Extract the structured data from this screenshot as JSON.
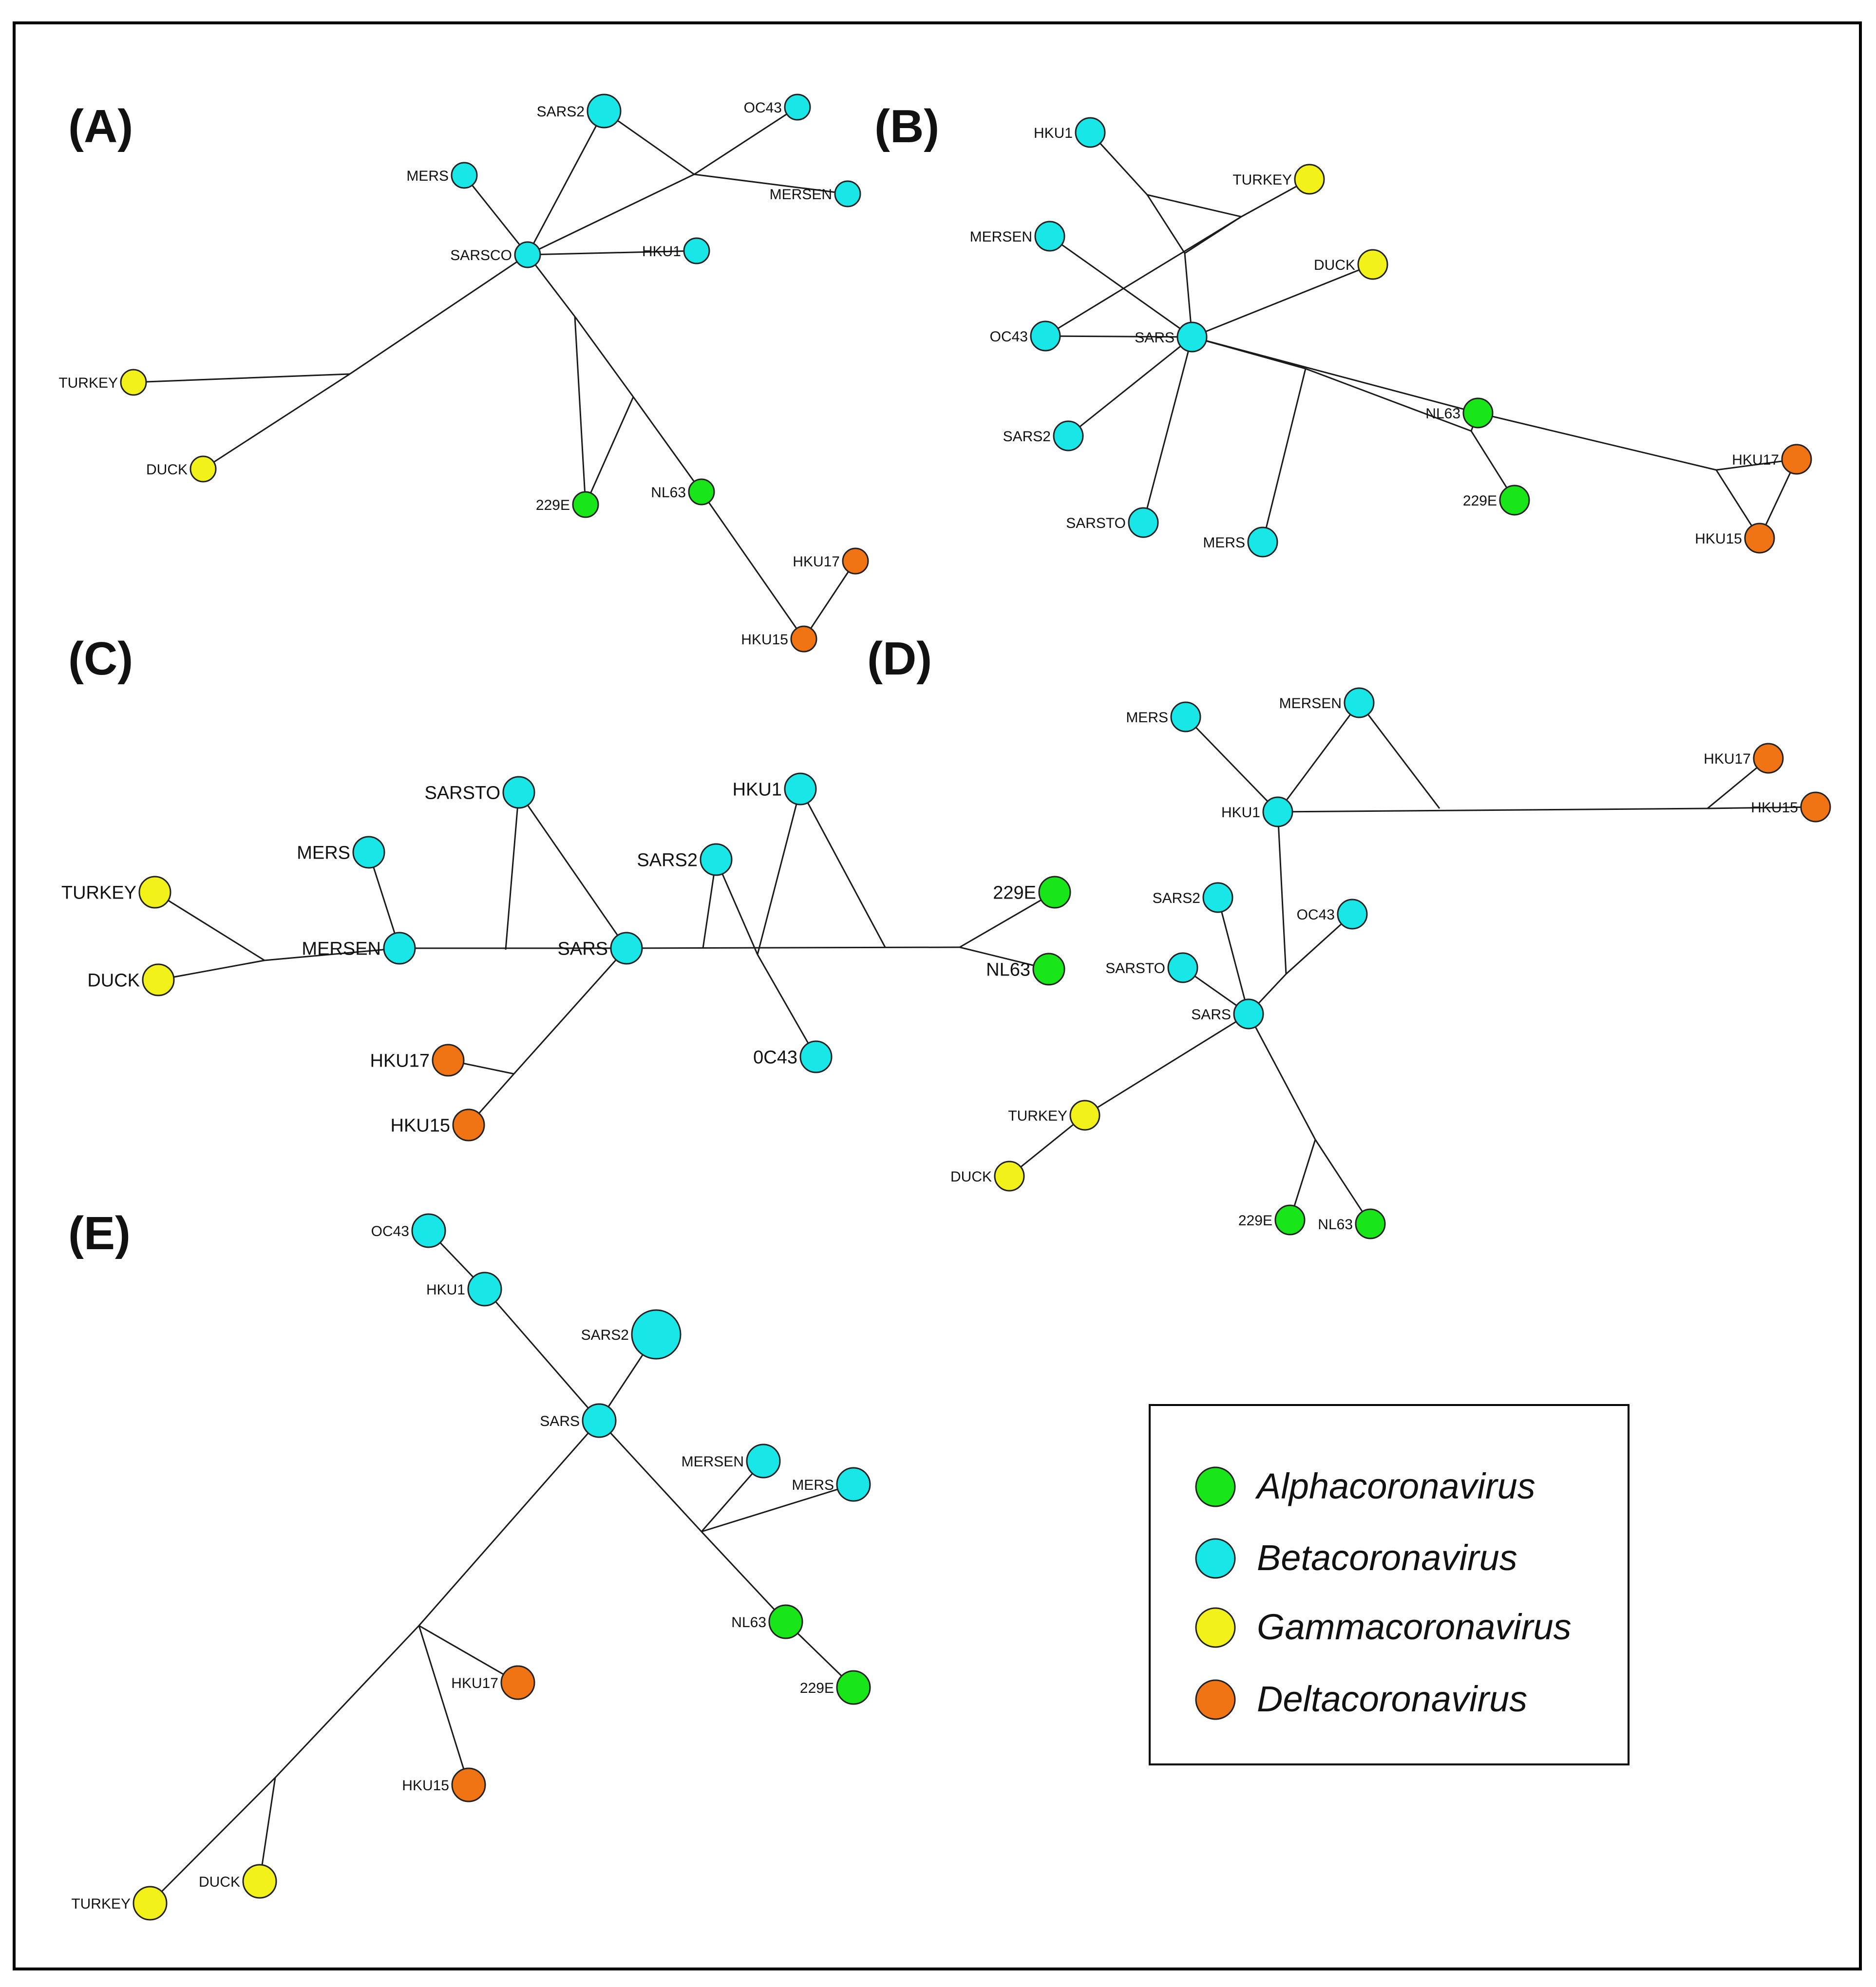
{
  "panels": [
    {
      "label": "(A)",
      "nodes": [
        {
          "id": "SARS2",
          "label": "SARS2",
          "cat": "beta",
          "big": true
        },
        {
          "id": "OC43",
          "label": "OC43",
          "cat": "beta"
        },
        {
          "id": "MERS",
          "label": "MERS",
          "cat": "beta"
        },
        {
          "id": "MERSEN",
          "label": "MERSEN",
          "cat": "beta"
        },
        {
          "id": "SARSCO",
          "label": "SARSCO",
          "cat": "beta"
        },
        {
          "id": "HKU1",
          "label": "HKU1",
          "cat": "beta"
        },
        {
          "id": "TURKEY",
          "label": "TURKEY",
          "cat": "gamma"
        },
        {
          "id": "DUCK",
          "label": "DUCK",
          "cat": "gamma"
        },
        {
          "id": "229E",
          "label": "229E",
          "cat": "alpha"
        },
        {
          "id": "NL63",
          "label": "NL63",
          "cat": "alpha"
        },
        {
          "id": "HKU17",
          "label": "HKU17",
          "cat": "delta"
        },
        {
          "id": "HKU15",
          "label": "HKU15",
          "cat": "delta"
        }
      ]
    },
    {
      "label": "(B)",
      "nodes": [
        {
          "id": "HKU1",
          "label": "HKU1",
          "cat": "beta"
        },
        {
          "id": "TURKEY",
          "label": "TURKEY",
          "cat": "gamma"
        },
        {
          "id": "MERSEN",
          "label": "MERSEN",
          "cat": "beta"
        },
        {
          "id": "DUCK",
          "label": "DUCK",
          "cat": "gamma"
        },
        {
          "id": "OC43",
          "label": "OC43",
          "cat": "beta"
        },
        {
          "id": "SARS",
          "label": "SARS",
          "cat": "beta"
        },
        {
          "id": "NL63",
          "label": "NL63",
          "cat": "alpha"
        },
        {
          "id": "SARS2",
          "label": "SARS2",
          "cat": "beta"
        },
        {
          "id": "HKU17",
          "label": "HKU17",
          "cat": "delta"
        },
        {
          "id": "229E",
          "label": "229E",
          "cat": "alpha"
        },
        {
          "id": "SARSTO",
          "label": "SARSTO",
          "cat": "beta"
        },
        {
          "id": "MERS",
          "label": "MERS",
          "cat": "beta"
        },
        {
          "id": "HKU15",
          "label": "HKU15",
          "cat": "delta"
        }
      ]
    },
    {
      "label": "(C)",
      "nodes": [
        {
          "id": "SARSTO",
          "label": "SARSTO",
          "cat": "beta"
        },
        {
          "id": "HKU1",
          "label": "HKU1",
          "cat": "beta"
        },
        {
          "id": "MERS",
          "label": "MERS",
          "cat": "beta"
        },
        {
          "id": "SARS2",
          "label": "SARS2",
          "cat": "beta"
        },
        {
          "id": "TURKEY",
          "label": "TURKEY",
          "cat": "gamma"
        },
        {
          "id": "229E",
          "label": "229E",
          "cat": "alpha"
        },
        {
          "id": "MERSEN",
          "label": "MERSEN",
          "cat": "beta"
        },
        {
          "id": "SARS",
          "label": "SARS",
          "cat": "beta"
        },
        {
          "id": "DUCK",
          "label": "DUCK",
          "cat": "gamma"
        },
        {
          "id": "NL63",
          "label": "NL63",
          "cat": "alpha"
        },
        {
          "id": "HKU17",
          "label": "HKU17",
          "cat": "delta"
        },
        {
          "id": "0C43",
          "label": "0C43",
          "cat": "beta"
        },
        {
          "id": "HKU15",
          "label": "HKU15",
          "cat": "delta"
        }
      ]
    },
    {
      "label": "(D)",
      "nodes": [
        {
          "id": "MERS",
          "label": "MERS",
          "cat": "beta"
        },
        {
          "id": "MERSEN",
          "label": "MERSEN",
          "cat": "beta"
        },
        {
          "id": "HKU17",
          "label": "HKU17",
          "cat": "delta"
        },
        {
          "id": "HKU1",
          "label": "HKU1",
          "cat": "beta"
        },
        {
          "id": "HKU15",
          "label": "HKU15",
          "cat": "delta"
        },
        {
          "id": "SARS2",
          "label": "SARS2",
          "cat": "beta"
        },
        {
          "id": "OC43",
          "label": "OC43",
          "cat": "beta"
        },
        {
          "id": "SARSTO",
          "label": "SARSTO",
          "cat": "beta"
        },
        {
          "id": "SARS",
          "label": "SARS",
          "cat": "beta"
        },
        {
          "id": "TURKEY",
          "label": "TURKEY",
          "cat": "gamma"
        },
        {
          "id": "DUCK",
          "label": "DUCK",
          "cat": "gamma"
        },
        {
          "id": "229E",
          "label": "229E",
          "cat": "alpha"
        },
        {
          "id": "NL63",
          "label": "NL63",
          "cat": "alpha"
        }
      ]
    },
    {
      "label": "(E)",
      "nodes": [
        {
          "id": "OC43",
          "label": "OC43",
          "cat": "beta"
        },
        {
          "id": "HKU1",
          "label": "HKU1",
          "cat": "beta"
        },
        {
          "id": "SARS2",
          "label": "SARS2",
          "cat": "beta",
          "big": true
        },
        {
          "id": "SARS",
          "label": "SARS",
          "cat": "beta"
        },
        {
          "id": "MERSEN",
          "label": "MERSEN",
          "cat": "beta"
        },
        {
          "id": "MERS",
          "label": "MERS",
          "cat": "beta"
        },
        {
          "id": "NL63",
          "label": "NL63",
          "cat": "alpha"
        },
        {
          "id": "229E",
          "label": "229E",
          "cat": "alpha"
        },
        {
          "id": "HKU17",
          "label": "HKU17",
          "cat": "delta"
        },
        {
          "id": "HKU15",
          "label": "HKU15",
          "cat": "delta"
        },
        {
          "id": "DUCK",
          "label": "DUCK",
          "cat": "gamma"
        },
        {
          "id": "TURKEY",
          "label": "TURKEY",
          "cat": "gamma"
        }
      ]
    }
  ],
  "legend": {
    "items": [
      {
        "cat": "alpha",
        "label": "Alphacoronavirus"
      },
      {
        "cat": "beta",
        "label": "Betacoronavirus"
      },
      {
        "cat": "gamma",
        "label": "Gammacoronavirus"
      },
      {
        "cat": "delta",
        "label": "Deltacoronavirus"
      }
    ]
  },
  "colors": {
    "alpha": "#19e619",
    "beta": "#19e6e6",
    "gamma": "#f2f21a",
    "delta": "#f07314",
    "edge": "#1a1a1a",
    "frame": "#000000"
  }
}
